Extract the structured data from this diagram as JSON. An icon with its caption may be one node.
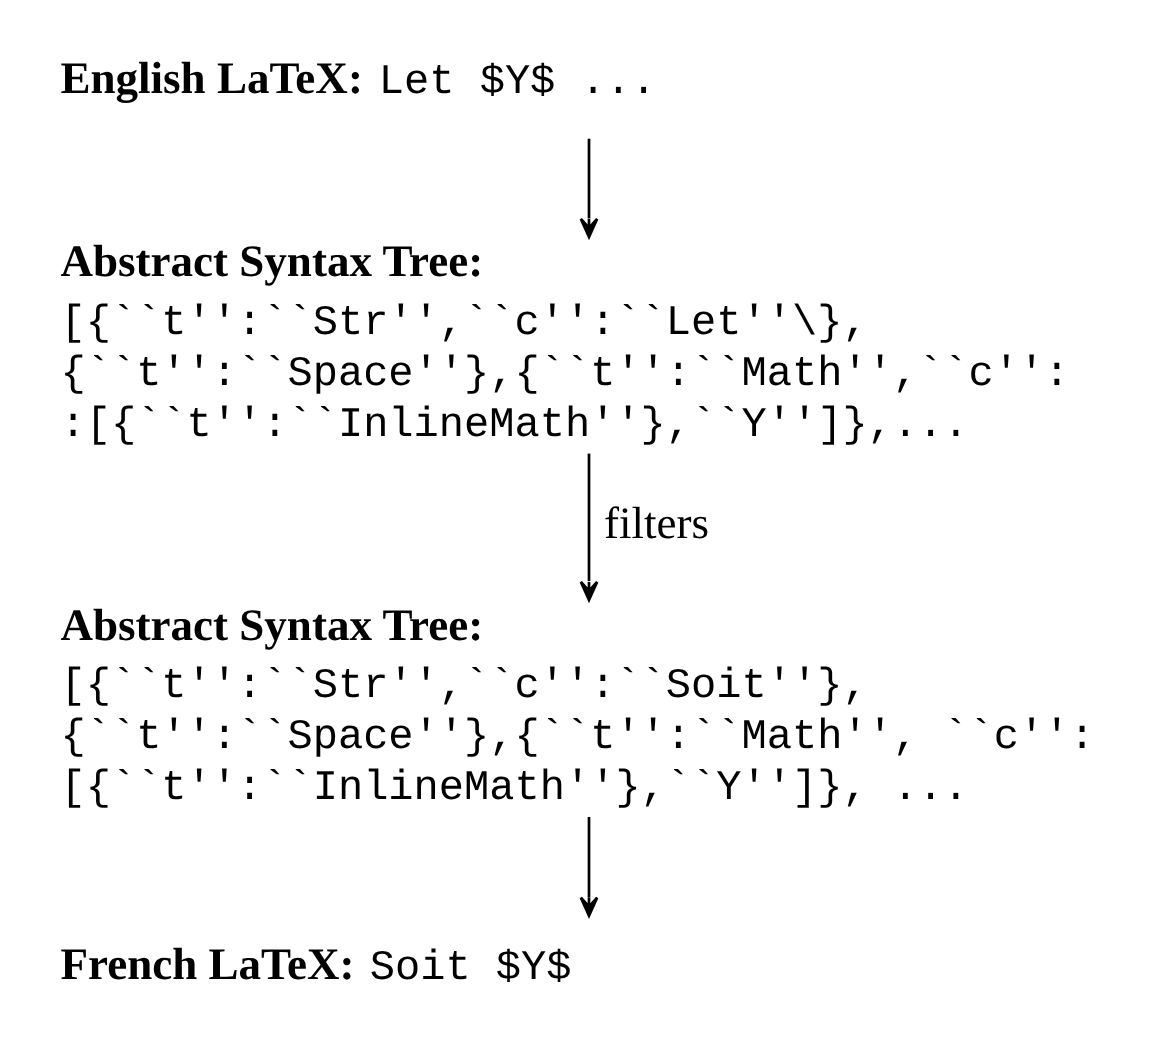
{
  "diagram": {
    "nodes": [
      {
        "text": [
          "English LaTeX:",
          "Let $Y$ ..."
        ]
      },
      {
        "text": [
          "Abstract Syntax Tree:",
          "[{``t'':``Str'',``c'':``Let''\\}, {``t'':``Space''},{``t'':``Math'',``c'': :[{``t'':``InlineMath''},``Y'']},..."
        ]
      },
      {
        "text": [
          "Abstract Syntax Tree:",
          "[{``t'':``Str'',``c'':``Soit''}, {``t'':``Space''},{``t'':``Math'', ``c'': [{``t'':``InlineMath''},``Y'']}, ..."
        ]
      },
      {
        "text": [
          "French LaTeX:",
          "Soit $Y$"
        ]
      }
    ],
    "edges": [
      {
        "from": 0,
        "to": 1,
        "arrow": "to"
      },
      {
        "from": 1,
        "to": 2,
        "arrow": "to",
        "label": "filters"
      },
      {
        "from": 2,
        "to": 3,
        "arrow": "to"
      }
    ]
  }
}
